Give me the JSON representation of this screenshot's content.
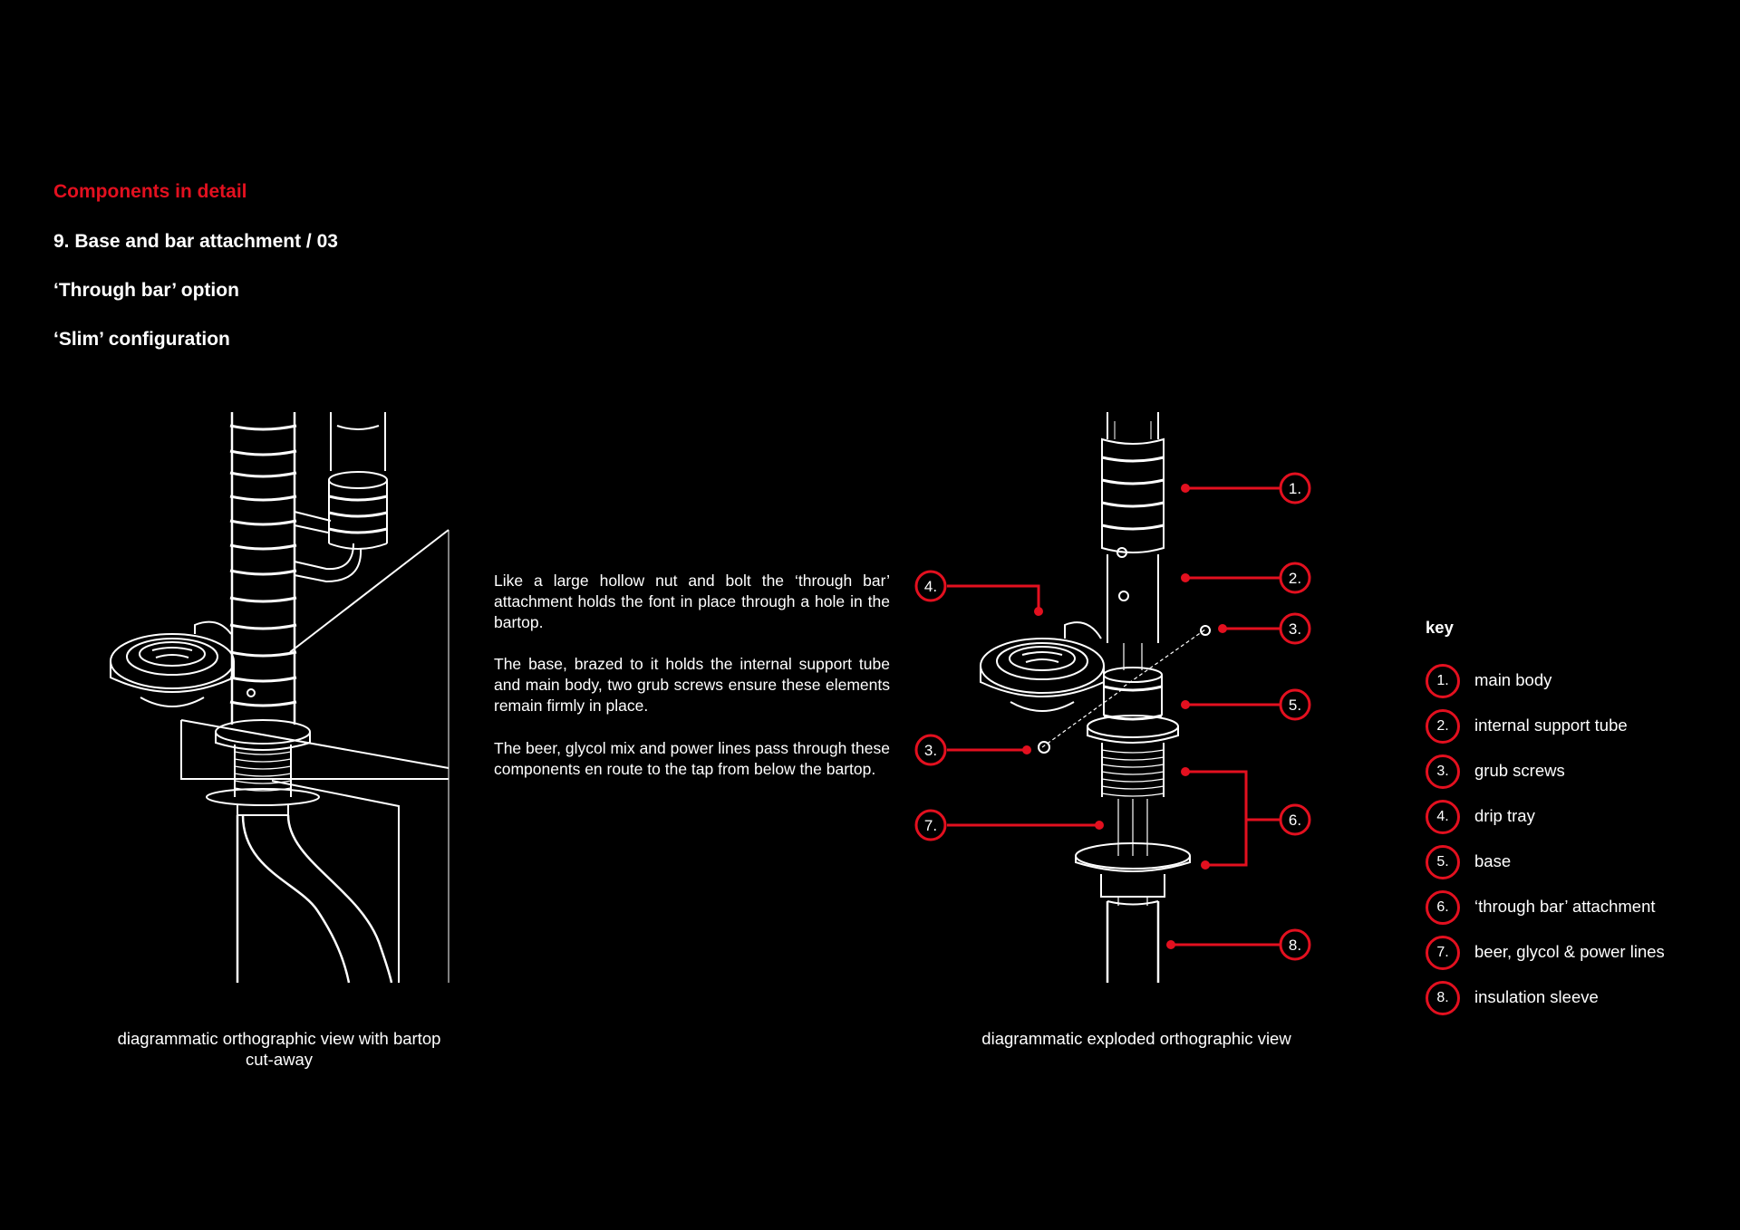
{
  "section_label": "Components in detail",
  "title": "9. Base and bar attachment / 03",
  "option": "‘Through bar’ option",
  "configuration": "‘Slim’ configuration",
  "description": [
    "Like a large hollow nut and bolt the ‘through bar’ attachment holds the font in place through a hole in the bartop.",
    "The base, brazed to it holds the internal support tube and main body, two grub screws ensure these elements remain firmly in place.",
    "The beer, glycol mix and power lines pass through these components en route to the tap from below the bartop."
  ],
  "captions": {
    "left": "diagrammatic orthographic view with bartop cut-away",
    "right": "diagrammatic exploded orthographic view"
  },
  "key": {
    "title": "key",
    "items": [
      {
        "number": "1.",
        "label": "main body"
      },
      {
        "number": "2.",
        "label": "internal support tube"
      },
      {
        "number": "3.",
        "label": "grub screws"
      },
      {
        "number": "4.",
        "label": "drip tray"
      },
      {
        "number": "5.",
        "label": "base"
      },
      {
        "number": "6.",
        "label": "‘through bar’ attachment"
      },
      {
        "number": "7.",
        "label": "beer, glycol & power lines"
      },
      {
        "number": "8.",
        "label": "insulation sleeve"
      }
    ]
  },
  "callouts": [
    "1.",
    "2.",
    "3.",
    "5.",
    "6.",
    "8.",
    "4.",
    "3.",
    "7."
  ],
  "colors": {
    "accent": "#e3101f",
    "background": "#000000",
    "line": "#ffffff"
  }
}
